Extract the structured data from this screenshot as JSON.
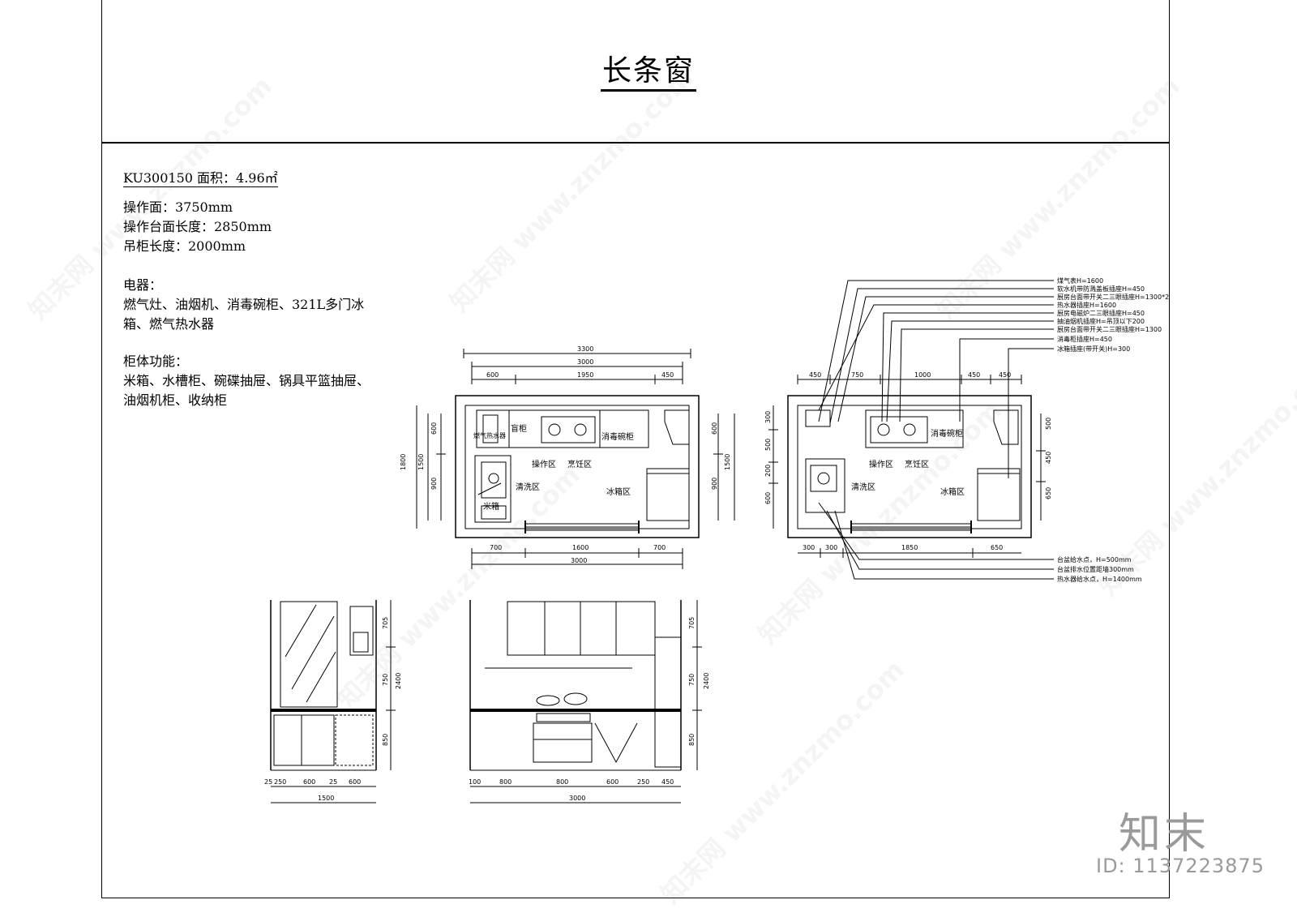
{
  "title": "长条窗",
  "info": {
    "code_area": "KU300150 面积：4.96㎡",
    "operating_surface": "操作面：3750mm",
    "counter_length": "操作台面长度：2850mm",
    "wall_cabinet_length": "吊柜长度：2000mm",
    "appliances_heading": "电器：",
    "appliances_line1": "燃气灶、油烟机、消毒碗柜、321L多门冰",
    "appliances_line2": "箱、燃气热水器",
    "functions_heading": "柜体功能：",
    "functions_line1": "米箱、水槽柜、碗碟抽屉、锅具平篮抽屉、",
    "functions_line2": "油烟机柜、收纳柜"
  },
  "plan_left": {
    "dims_top": [
      "3300",
      "3000",
      "600",
      "1950",
      "450"
    ],
    "dims_bottom": [
      "700",
      "1600",
      "700",
      "3000"
    ],
    "dims_left": [
      "1800",
      "1500",
      "600",
      "900"
    ],
    "dims_right": [
      "600",
      "1500",
      "900"
    ],
    "zones": [
      "操作区",
      "烹饪区",
      "清洗区",
      "冰箱区"
    ],
    "labels": [
      "盲柜",
      "消毒碗柜",
      "米箱",
      "燃气热水器"
    ]
  },
  "plan_right": {
    "dims_top": [
      "450",
      "750",
      "1000",
      "450",
      "450"
    ],
    "dims_bottom": [
      "300",
      "300",
      "1850",
      "650"
    ],
    "dims_left": [
      "300",
      "500",
      "200",
      "600"
    ],
    "dims_right": [
      "500",
      "450",
      "650"
    ],
    "zones": [
      "操作区",
      "烹饪区",
      "清洗区",
      "冰箱区"
    ],
    "labels": [
      "消毒碗柜"
    ],
    "legend_top": [
      "煤气表H=1600",
      "软水机带防溅盖板插座H=450",
      "厨房台面带开关二三眼插座H=1300*2",
      "热水器插座H=1600",
      "厨房电磁炉二三眼插座H=450",
      "抽油烟机插座H=吊顶以下200",
      "厨房台面带开关二三眼插座H=1300",
      "消毒柜插座H=450",
      "冰箱插座(带开关)H=300"
    ],
    "legend_bottom": [
      "台盆给水点，H=500mm",
      "台盆排水位置距墙300mm",
      "热水器给水点，H=1400mm"
    ]
  },
  "elev_left": {
    "dims_right": [
      "705",
      "750",
      "850",
      "2400"
    ],
    "dims_bottom": [
      "25",
      "250",
      "600",
      "25",
      "600",
      "1500"
    ]
  },
  "elev_right": {
    "dims_right": [
      "705",
      "750",
      "850",
      "2400"
    ],
    "dims_bottom": [
      "100",
      "800",
      "800",
      "600",
      "250",
      "450",
      "3000"
    ]
  },
  "watermark": "知末网 www.znzmo.com",
  "brand": "知末",
  "image_id": "ID: 1137223875"
}
